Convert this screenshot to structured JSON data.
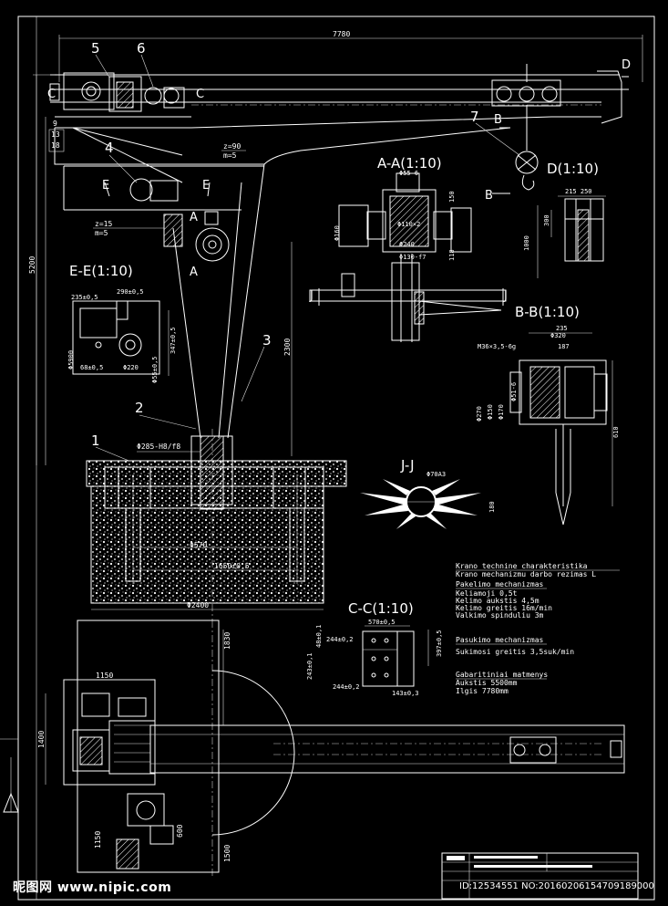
{
  "dimensions": {
    "overall_length": "7780",
    "height_total": "5200",
    "column_height": "2300",
    "foundation_inner": "Φ570",
    "foundation_bolt": "1650±0,5",
    "foundation_dia": "Φ2400",
    "column_fit": "Φ285-H8/f8",
    "plan_1150a": "1150",
    "plan_1400": "1400",
    "plan_1830": "1830",
    "plan_1150b": "1150",
    "plan_600": "600",
    "plan_1500": "1500",
    "left_9": "9",
    "left_13": "13",
    "left_18": "18"
  },
  "callouts": {
    "n1": "1",
    "n2": "2",
    "n3": "3",
    "n4": "4",
    "n5": "5",
    "n6": "6",
    "n7": "7"
  },
  "section_marks": {
    "A": "A",
    "B": "B",
    "C": "C",
    "D": "D",
    "E": "E",
    "J": "J"
  },
  "gear_note": {
    "z90": "z=90",
    "m5a": "m=5",
    "z15": "z=15",
    "m5b": "m=5"
  },
  "views": {
    "aa": "A-A(1:10)",
    "dd": "D(1:10)",
    "ee": "E-E(1:10)",
    "bb": "B-B(1:10)",
    "jj": "J-J",
    "cc": "C-C(1:10)"
  },
  "aa_dims": {
    "top": "Φ55-6",
    "mid1": "Φ110×2",
    "mid2": "Φ240",
    "bot": "Φ130-f7",
    "side1": "150",
    "side2": "118",
    "left": "Φ160"
  },
  "dd_dims": {
    "top": "215  250",
    "side": "300",
    "height": "1000"
  },
  "ee_dims": {
    "w1": "235±0,5",
    "w2": "290±0,5",
    "h1": "347±0,5",
    "b1": "68±0,5",
    "b2": "Φ220",
    "v1": "Φ5900",
    "v2": "Φ55±0,5"
  },
  "bb_dims": {
    "top1": "235",
    "top2": "Φ320",
    "screw": "M36×3,5-6g",
    "mid": "187",
    "d1": "Φ150",
    "d2": "Φ170",
    "d3": "Φ51-6",
    "d4": "Φ270",
    "right": "610"
  },
  "jj_dims": {
    "d": "Φ70A3",
    "h": "180"
  },
  "cc_dims": {
    "top": "570±0,5",
    "a": "244±0,2",
    "b": "244±0,2",
    "c": "143±0,3",
    "v1": "48±0,1",
    "v2": "243±0,1",
    "v3": "397±0,5"
  },
  "spec_text": [
    "Krano technine charakteristika",
    "Krano mechanizmu darbo rezimas L",
    "Pakelimo mechanizmas",
    "Keliamoji 0,5t",
    "Kelimo aukstis 4,5m",
    "Kelimo greitis 16m/min",
    "Valkimo spinduliu 3m",
    "Pasukimo mechanizmas",
    "Sukimosi greitis 3,5suk/min",
    "Gabaritiniai matmenys",
    "Aukstis 5500mm",
    "Ilgis 7780mm"
  ],
  "watermark": {
    "site": "昵图网 www.nipic.com",
    "id": "ID:12534551 NO:20160206154709189000"
  },
  "colors": {
    "background": "#000000",
    "lines": "#ffffff"
  }
}
